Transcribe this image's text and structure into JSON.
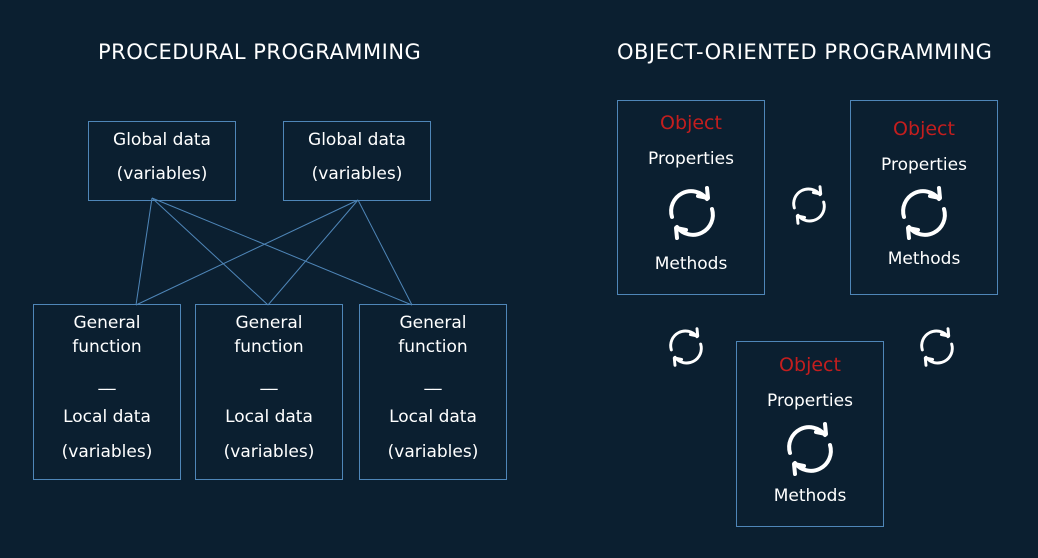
{
  "procedural": {
    "heading": "PROCEDURAL PROGRAMMING",
    "global_boxes": [
      {
        "line1": "Global data",
        "line2": "(variables)"
      },
      {
        "line1": "Global data",
        "line2": "(variables)"
      }
    ],
    "function_boxes": [
      {
        "line1": "General",
        "line2": "function",
        "separator": "__",
        "line3": "Local data",
        "line4": "(variables)"
      },
      {
        "line1": "General",
        "line2": "function",
        "separator": "__",
        "line3": "Local data",
        "line4": "(variables)"
      },
      {
        "line1": "General",
        "line2": "function",
        "separator": "__",
        "line3": "Local data",
        "line4": "(variables)"
      }
    ]
  },
  "oop": {
    "heading": "OBJECT-ORIENTED PROGRAMMING",
    "objects": [
      {
        "title": "Object",
        "properties": "Properties",
        "methods": "Methods"
      },
      {
        "title": "Object",
        "properties": "Properties",
        "methods": "Methods"
      },
      {
        "title": "Object",
        "properties": "Properties",
        "methods": "Methods"
      }
    ]
  },
  "icons": {
    "cycle": "refresh-cycle-icon"
  },
  "colors": {
    "background": "#0b1f30",
    "box_border": "#4f86b8",
    "connector": "#4f86b8",
    "object_title": "#c41e1e",
    "text": "#ffffff"
  }
}
